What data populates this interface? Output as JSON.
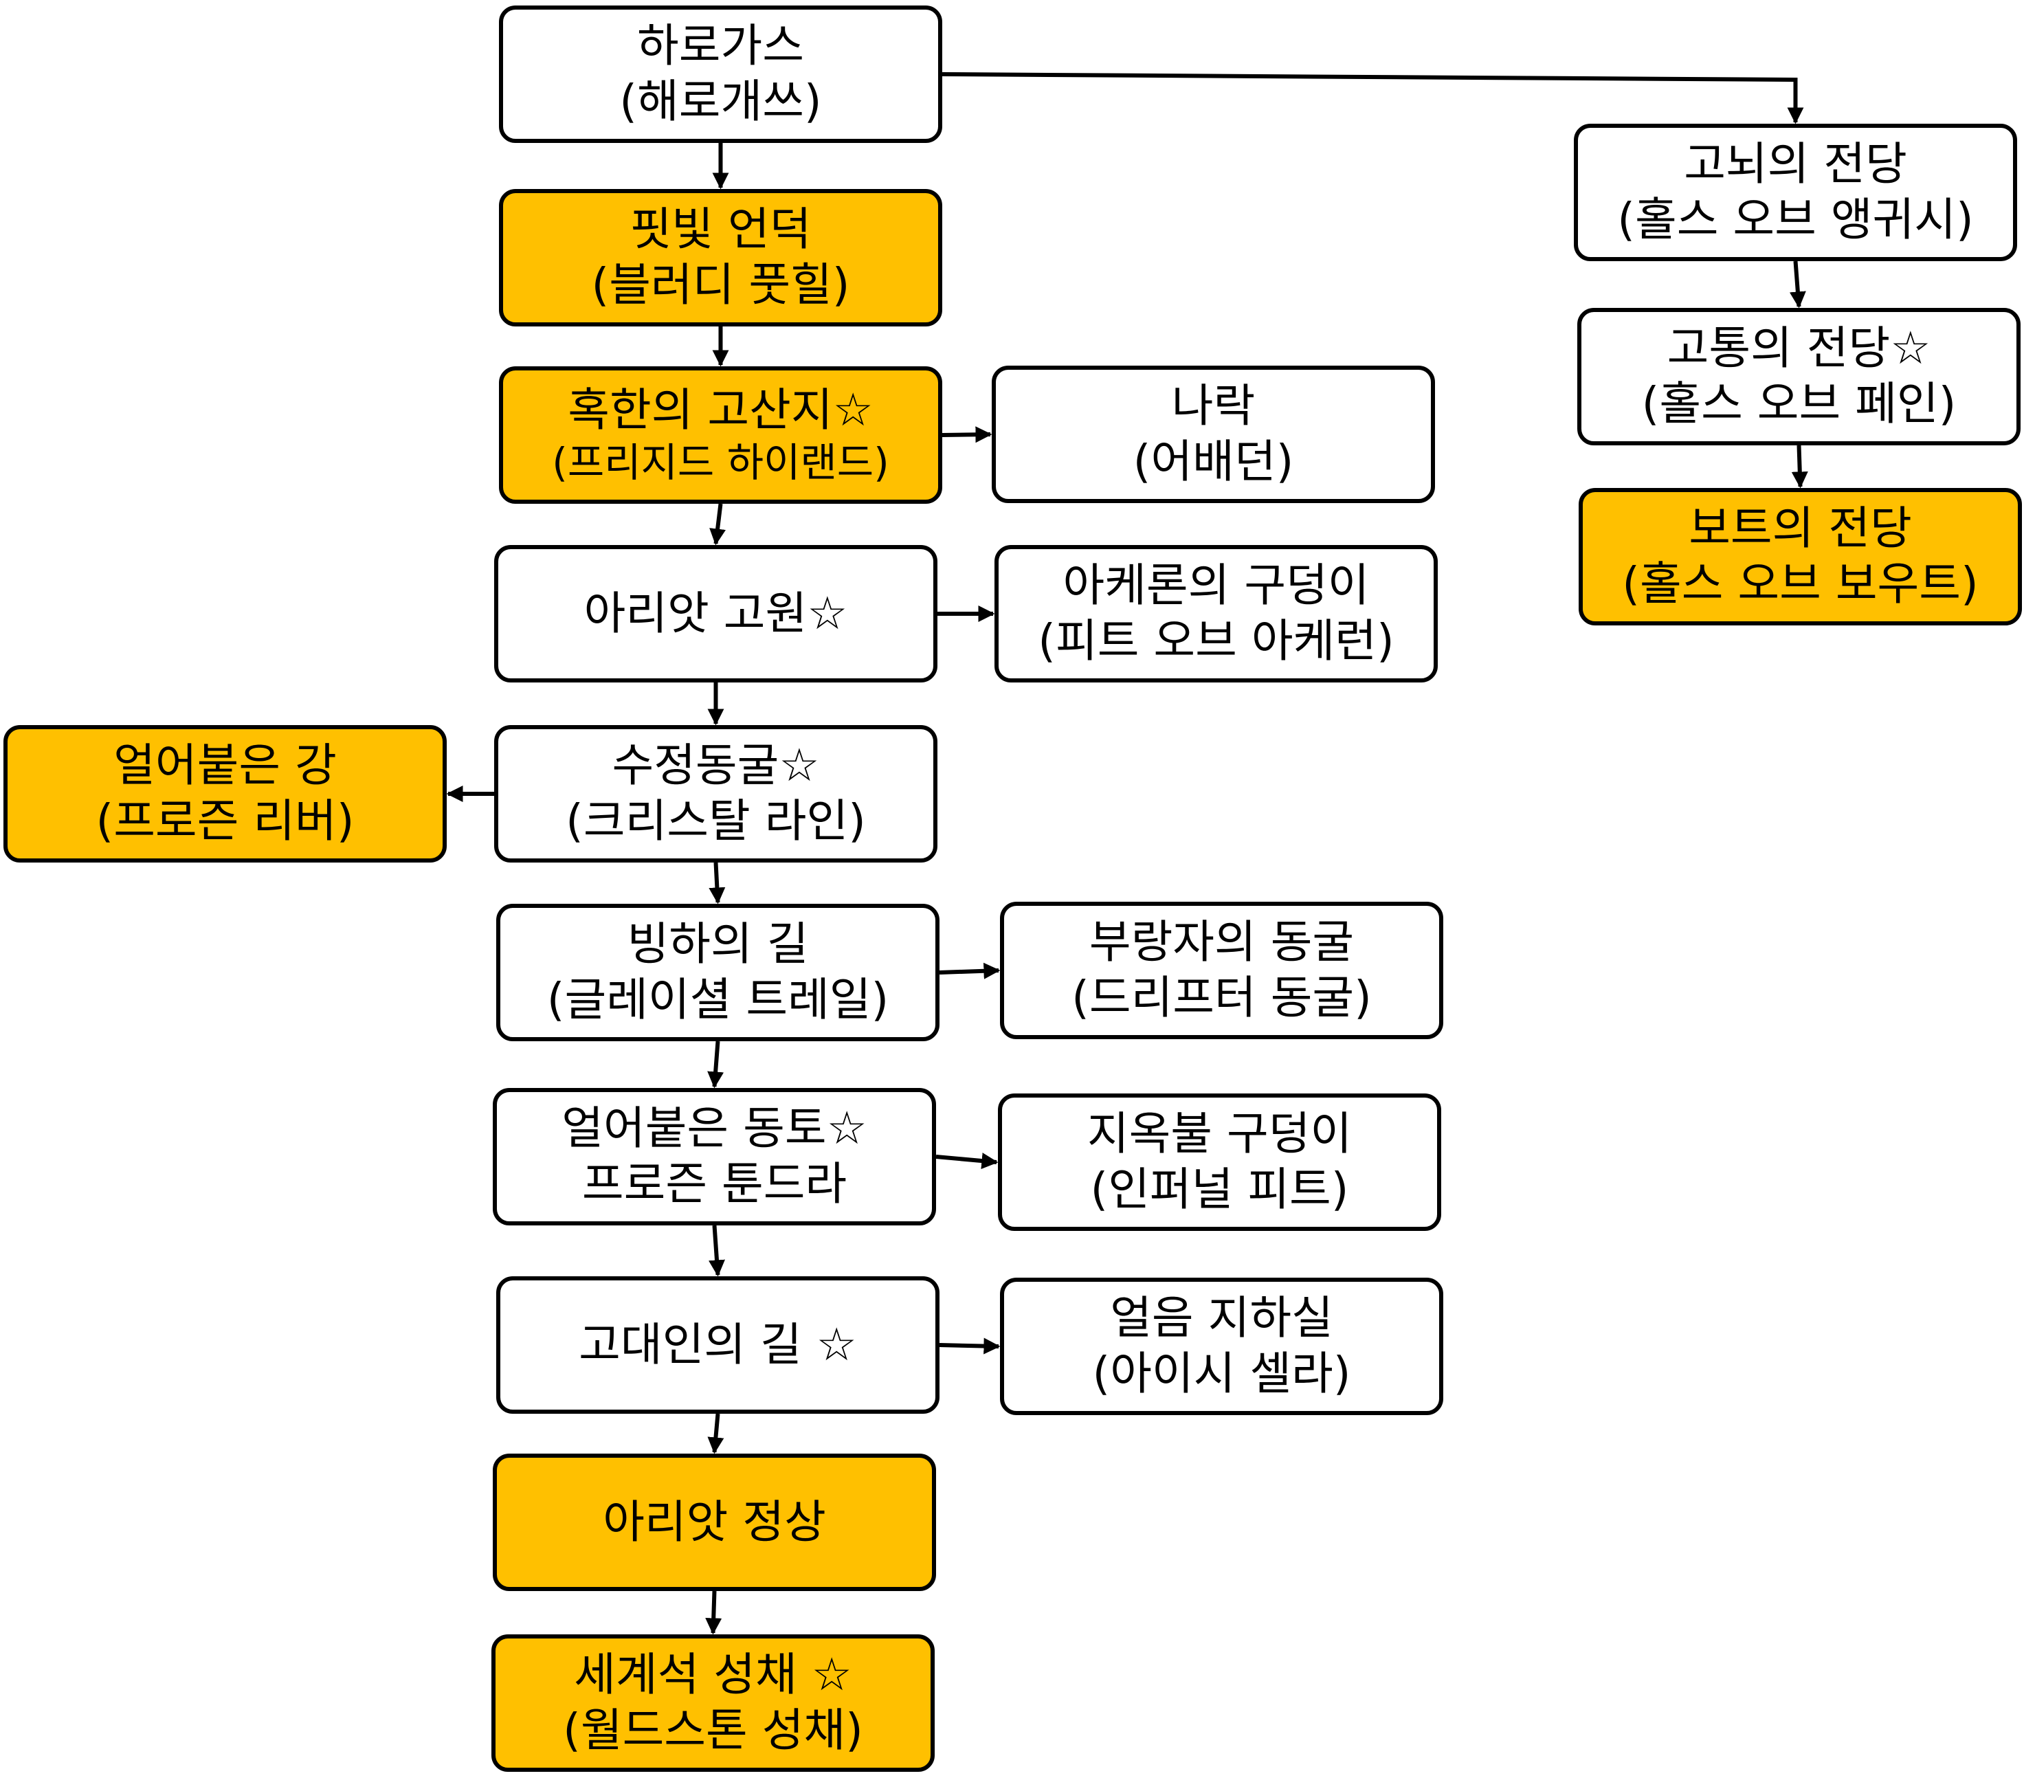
{
  "colors": {
    "highlight": "#ffc000",
    "normal": "#ffffff",
    "stroke": "#000000"
  },
  "nodes": [
    {
      "id": "harrogath",
      "lines": [
        "하로가스",
        "(해로개쓰)"
      ],
      "highlight": false
    },
    {
      "id": "bloody-foothills",
      "lines": [
        "핏빛 언덕",
        "(블러디 풋힐)"
      ],
      "highlight": true
    },
    {
      "id": "frigid-highlands",
      "lines": [
        "혹한의 고산지☆",
        "(프리지드 하이랜드)"
      ],
      "highlight": true
    },
    {
      "id": "abaddon",
      "lines": [
        "나락",
        "(어배던)"
      ],
      "highlight": false
    },
    {
      "id": "arreat-plateau",
      "lines": [
        "아리앗 고원☆",
        ""
      ],
      "highlight": false
    },
    {
      "id": "pit-of-acheron",
      "lines": [
        "아케론의 구덩이",
        "(피트 오브 아케런)"
      ],
      "highlight": false
    },
    {
      "id": "frozen-river",
      "lines": [
        "얼어붙은 강",
        "(프로즌 리버)"
      ],
      "highlight": true
    },
    {
      "id": "crystalline-passage",
      "lines": [
        "수정동굴☆",
        "(크리스탈 라인)"
      ],
      "highlight": false
    },
    {
      "id": "glacial-trail",
      "lines": [
        "빙하의 길",
        "(글레이셜 트레일)"
      ],
      "highlight": false
    },
    {
      "id": "drifter-cavern",
      "lines": [
        "부랑자의 동굴",
        "(드리프터 동굴)"
      ],
      "highlight": false
    },
    {
      "id": "frozen-tundra",
      "lines": [
        "얼어붙은 동토☆",
        "프로즌 툰드라"
      ],
      "highlight": false
    },
    {
      "id": "infernal-pit",
      "lines": [
        "지옥불 구덩이",
        "(인퍼널 피트)"
      ],
      "highlight": false
    },
    {
      "id": "ancients-way",
      "lines": [
        "고대인의 길 ☆",
        ""
      ],
      "highlight": false
    },
    {
      "id": "icy-cellar",
      "lines": [
        "얼음 지하실",
        "(아이시 셀라)"
      ],
      "highlight": false
    },
    {
      "id": "arreat-summit",
      "lines": [
        "아리앗 정상",
        ""
      ],
      "highlight": true
    },
    {
      "id": "worldstone-keep",
      "lines": [
        "세계석 성채 ☆",
        "(월드스톤 성채)"
      ],
      "highlight": true
    },
    {
      "id": "halls-of-anguish",
      "lines": [
        "고뇌의 전당",
        "(홀스 오브 앵귀시)"
      ],
      "highlight": false
    },
    {
      "id": "halls-of-pain",
      "lines": [
        "고통의 전당☆",
        "(홀스 오브 페인)"
      ],
      "highlight": false
    },
    {
      "id": "halls-of-vaught",
      "lines": [
        "보트의 전당",
        "(홀스 오브 보우트)"
      ],
      "highlight": true
    }
  ],
  "edges": [
    {
      "from": "harrogath",
      "to": "bloody-foothills"
    },
    {
      "from": "bloody-foothills",
      "to": "frigid-highlands"
    },
    {
      "from": "frigid-highlands",
      "to": "abaddon"
    },
    {
      "from": "frigid-highlands",
      "to": "arreat-plateau"
    },
    {
      "from": "arreat-plateau",
      "to": "pit-of-acheron"
    },
    {
      "from": "arreat-plateau",
      "to": "crystalline-passage"
    },
    {
      "from": "crystalline-passage",
      "to": "frozen-river"
    },
    {
      "from": "crystalline-passage",
      "to": "glacial-trail"
    },
    {
      "from": "glacial-trail",
      "to": "drifter-cavern"
    },
    {
      "from": "glacial-trail",
      "to": "frozen-tundra"
    },
    {
      "from": "frozen-tundra",
      "to": "infernal-pit"
    },
    {
      "from": "frozen-tundra",
      "to": "ancients-way"
    },
    {
      "from": "ancients-way",
      "to": "icy-cellar"
    },
    {
      "from": "ancients-way",
      "to": "arreat-summit"
    },
    {
      "from": "arreat-summit",
      "to": "worldstone-keep"
    },
    {
      "from": "harrogath",
      "to": "halls-of-anguish"
    },
    {
      "from": "halls-of-anguish",
      "to": "halls-of-pain"
    },
    {
      "from": "halls-of-pain",
      "to": "halls-of-vaught"
    }
  ]
}
